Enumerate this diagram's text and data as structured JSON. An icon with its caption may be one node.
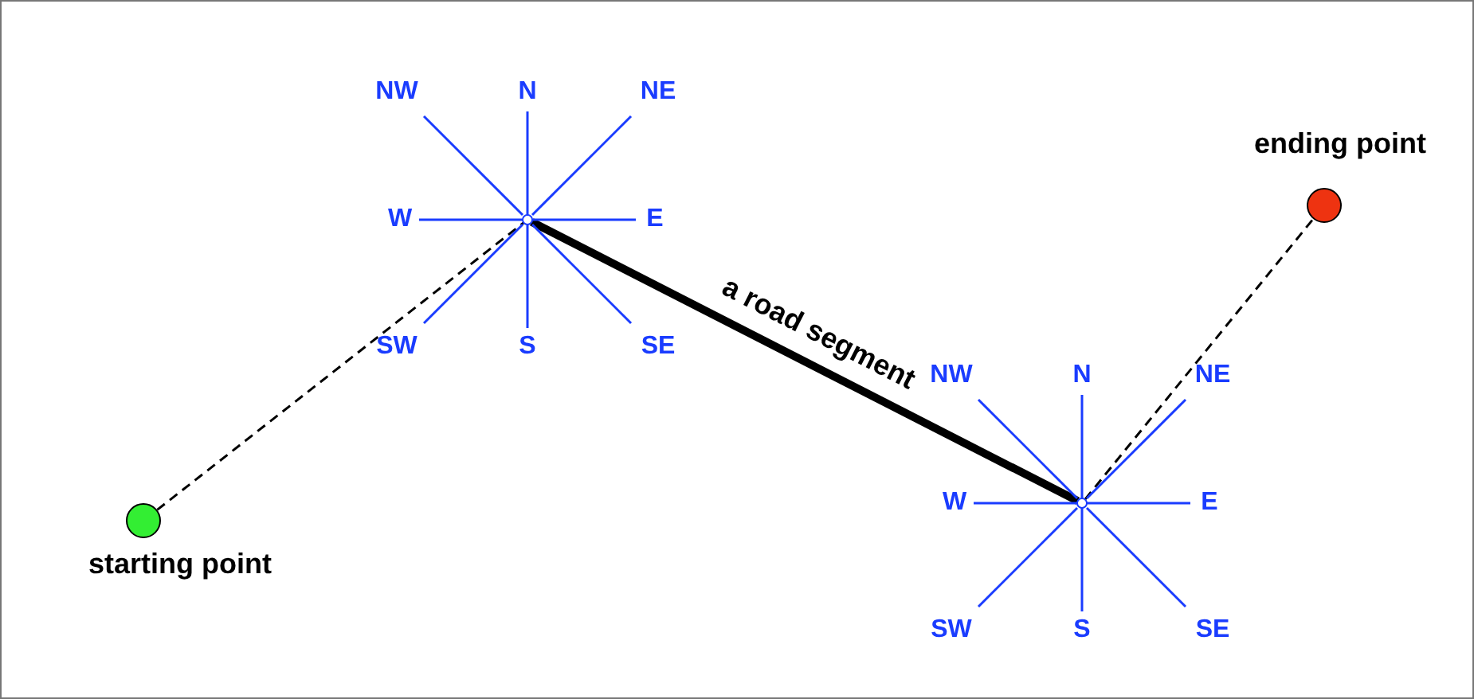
{
  "diagram": {
    "nodes": [
      {
        "text": [],
        "shape": "circle",
        "beside": [
          "starting point"
        ]
      },
      {
        "text": [
          "NW",
          "N",
          "NE",
          "W",
          "E",
          "SW",
          "S",
          "SE"
        ]
      },
      {
        "text": [
          "NW",
          "N",
          "NE",
          "W",
          "E",
          "SW",
          "S",
          "SE"
        ]
      },
      {
        "text": [],
        "shape": "circle",
        "beside": [
          "ending point"
        ]
      }
    ],
    "edges": [
      {
        "from": 0,
        "to": 1,
        "arrow": "none",
        "style": "dashed"
      },
      {
        "from": 1,
        "to": 2,
        "arrow": "none",
        "style": "thick",
        "label": "a road segment"
      },
      {
        "from": 2,
        "to": 3,
        "arrow": "none",
        "style": "dashed"
      }
    ]
  }
}
